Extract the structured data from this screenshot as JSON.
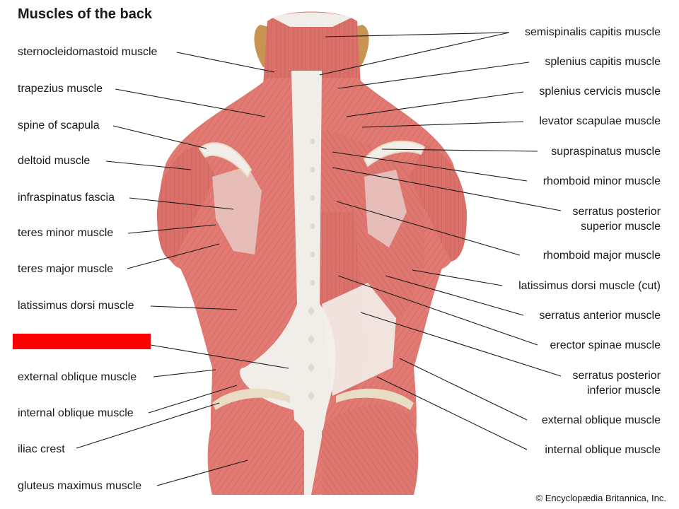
{
  "title": "Muscles of the back",
  "credit": "© Encyclopædia Britannica, Inc.",
  "colors": {
    "muscle": "#e07a72",
    "muscle_dark": "#c9554f",
    "tendon": "#f1eeea",
    "bone": "#e9dcc4",
    "ear": "#c79452",
    "highlight": "#ff0000"
  },
  "left_labels": [
    "sternocleidomastoid muscle",
    "trapezius muscle",
    "spine of scapula",
    "deltoid muscle",
    "infraspinatus fascia",
    "teres minor muscle",
    "teres major muscle",
    "latissimus dorsi muscle",
    "external oblique muscle",
    "internal oblique muscle",
    "iliac crest",
    "gluteus maximus muscle"
  ],
  "right_labels": [
    "semispinalis capitis muscle",
    "splenius capitis muscle",
    "splenius cervicis muscle",
    "levator scapulae muscle",
    "supraspinatus muscle",
    "rhomboid minor muscle",
    "serratus posterior",
    "superior muscle",
    "rhomboid major muscle",
    "latissimus dorsi muscle (cut)",
    "serratus anterior muscle",
    "erector spinae muscle",
    "serratus posterior",
    "inferior muscle",
    "external oblique muscle",
    "internal oblique muscle"
  ]
}
